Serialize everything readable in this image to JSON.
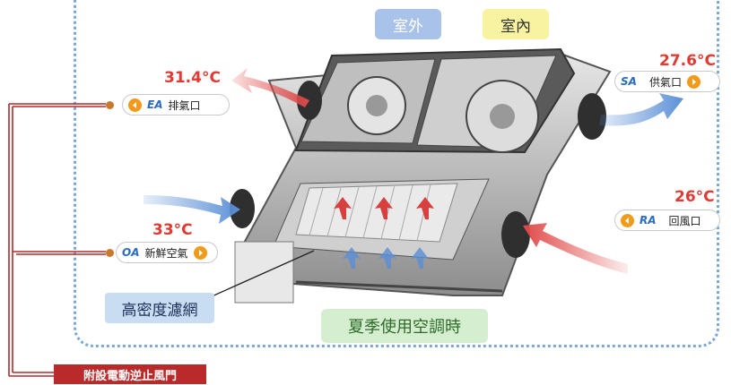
{
  "zones": {
    "outdoor": "室外",
    "indoor": "室內"
  },
  "ports": {
    "ea": {
      "code": "EA",
      "name": "排氣口",
      "temp": "31.4°C"
    },
    "sa": {
      "code": "SA",
      "name": "供氣口",
      "temp": "27.6°C"
    },
    "ra": {
      "code": "RA",
      "name": "回風口",
      "temp": "26°C"
    },
    "oa": {
      "code": "OA",
      "name": "新鮮空氣",
      "temp": "33°C"
    }
  },
  "labels": {
    "filter": "高密度濾網",
    "mode": "夏季使用空調時",
    "damper": "附設電動逆止風門"
  },
  "colors": {
    "hot_arrow": "#e04a4a",
    "cool_arrow": "#5b8fd6",
    "temp_text": "#e23a32",
    "port_code": "#2a6cc2",
    "bracket": "#b32a2a",
    "frame_dots": "#7aa6d8"
  },
  "icons": [
    "fan-icon",
    "filter-core-icon",
    "orange-arrow-button-icon"
  ]
}
